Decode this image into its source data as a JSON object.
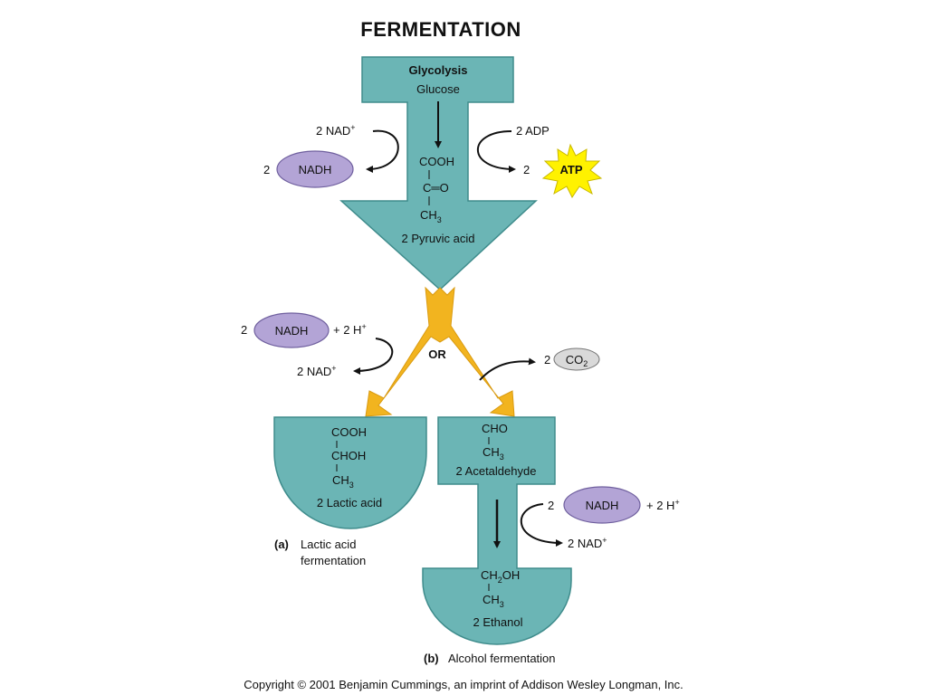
{
  "title": "FERMENTATION",
  "glycolysis": {
    "heading": "Glycolysis",
    "substrate": "Glucose",
    "left_in": "2 NAD",
    "left_in_sup": "+",
    "left_out_coef": "2",
    "left_out_molecule": "NADH",
    "right_in": "2 ADP",
    "right_out_coef": "2",
    "right_out_molecule": "ATP",
    "pyruvate_formula": {
      "line1": "COOH",
      "line2": "C═O",
      "line3_base": "CH",
      "line3_sub": "3"
    },
    "product": "2 Pyruvic acid"
  },
  "branch": {
    "or_label": "OR",
    "left_in_coef": "2",
    "left_in_molecule": "NADH",
    "left_in_plus": "+ 2 H",
    "left_in_plus_sup": "+",
    "left_out": "2 NAD",
    "left_out_sup": "+",
    "right_out_coef": "2",
    "right_out_molecule_base": "CO",
    "right_out_molecule_sub": "2"
  },
  "lactic": {
    "formula": {
      "line1": "COOH",
      "line2": "CHOH",
      "line3_base": "CH",
      "line3_sub": "3"
    },
    "product": "2 Lactic acid",
    "caption_tag": "(a)",
    "caption_line1": "Lactic acid",
    "caption_line2": "fermentation"
  },
  "alcohol": {
    "acetaldehyde_formula": {
      "line1": "CHO",
      "line2_base": "CH",
      "line2_sub": "3"
    },
    "acetaldehyde_product": "2 Acetaldehyde",
    "in_coef": "2",
    "in_molecule": "NADH",
    "in_plus": "+ 2 H",
    "in_plus_sup": "+",
    "out": "2 NAD",
    "out_sup": "+",
    "ethanol_formula": {
      "line1_a": "CH",
      "line1_sub": "2",
      "line1_b": "OH",
      "line2_base": "CH",
      "line2_sub": "3"
    },
    "ethanol_product": "2 Ethanol",
    "caption_tag": "(b)",
    "caption": "Alcohol fermentation"
  },
  "copyright": "Copyright © 2001 Benjamin Cummings, an imprint of Addison Wesley Longman, Inc.",
  "colors": {
    "teal": "#6BB5B5",
    "teal_stroke": "#3f8c8c",
    "purple": "#B3A4D6",
    "purple_stroke": "#6f5f9e",
    "atp": "#FFF200",
    "atp_stroke": "#c9b800",
    "orange": "#F2B41F",
    "co2": "#d9d9d9"
  }
}
